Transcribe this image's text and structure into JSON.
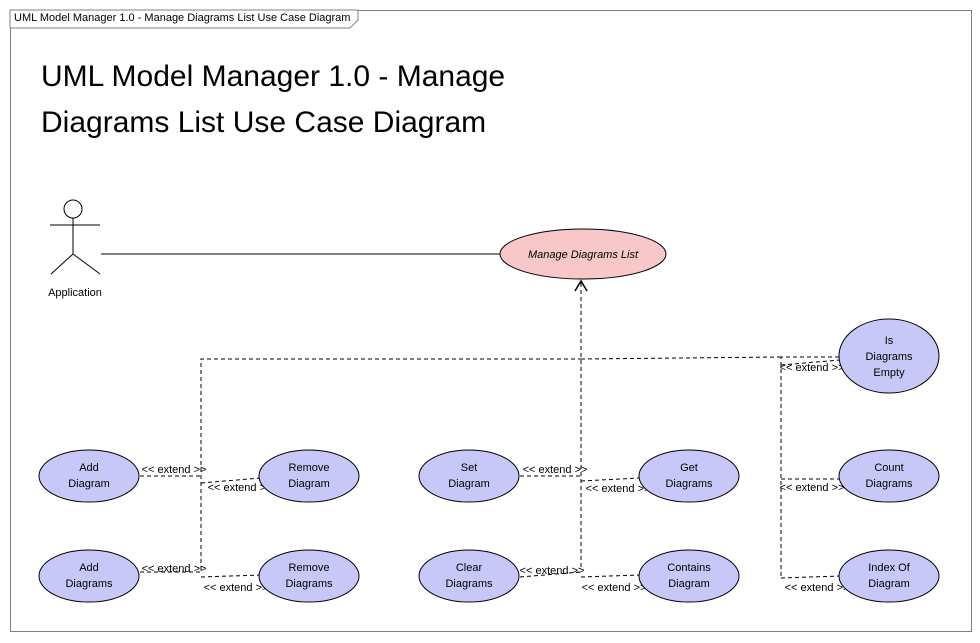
{
  "frame": {
    "tab_label": "UML Model Manager 1.0 - Manage Diagrams List Use Case Diagram"
  },
  "title": {
    "line1": "UML Model Manager 1.0 - Manage",
    "line2": "Diagrams List Use Case Diagram"
  },
  "actor": {
    "name": "Application"
  },
  "main_use_case": {
    "label": "Manage Diagrams List",
    "color": "#f8c8c8"
  },
  "use_case_color": "#c8c8f8",
  "extend_label": "<< extend >>",
  "use_cases": {
    "add_diagram": [
      "Add",
      "Diagram"
    ],
    "add_diagrams": [
      "Add",
      "Diagrams"
    ],
    "remove_diagram": [
      "Remove",
      "Diagram"
    ],
    "remove_diagrams": [
      "Remove",
      "Diagrams"
    ],
    "set_diagram": [
      "Set",
      "Diagram"
    ],
    "clear_diagrams": [
      "Clear",
      "Diagrams"
    ],
    "get_diagrams": [
      "Get",
      "Diagrams"
    ],
    "contains_diagram": [
      "Contains",
      "Diagram"
    ],
    "is_diagrams_empty": [
      "Is",
      "Diagrams",
      "Empty"
    ],
    "count_diagrams": [
      "Count",
      "Diagrams"
    ],
    "index_of_diagram": [
      "Index Of",
      "Diagram"
    ]
  }
}
